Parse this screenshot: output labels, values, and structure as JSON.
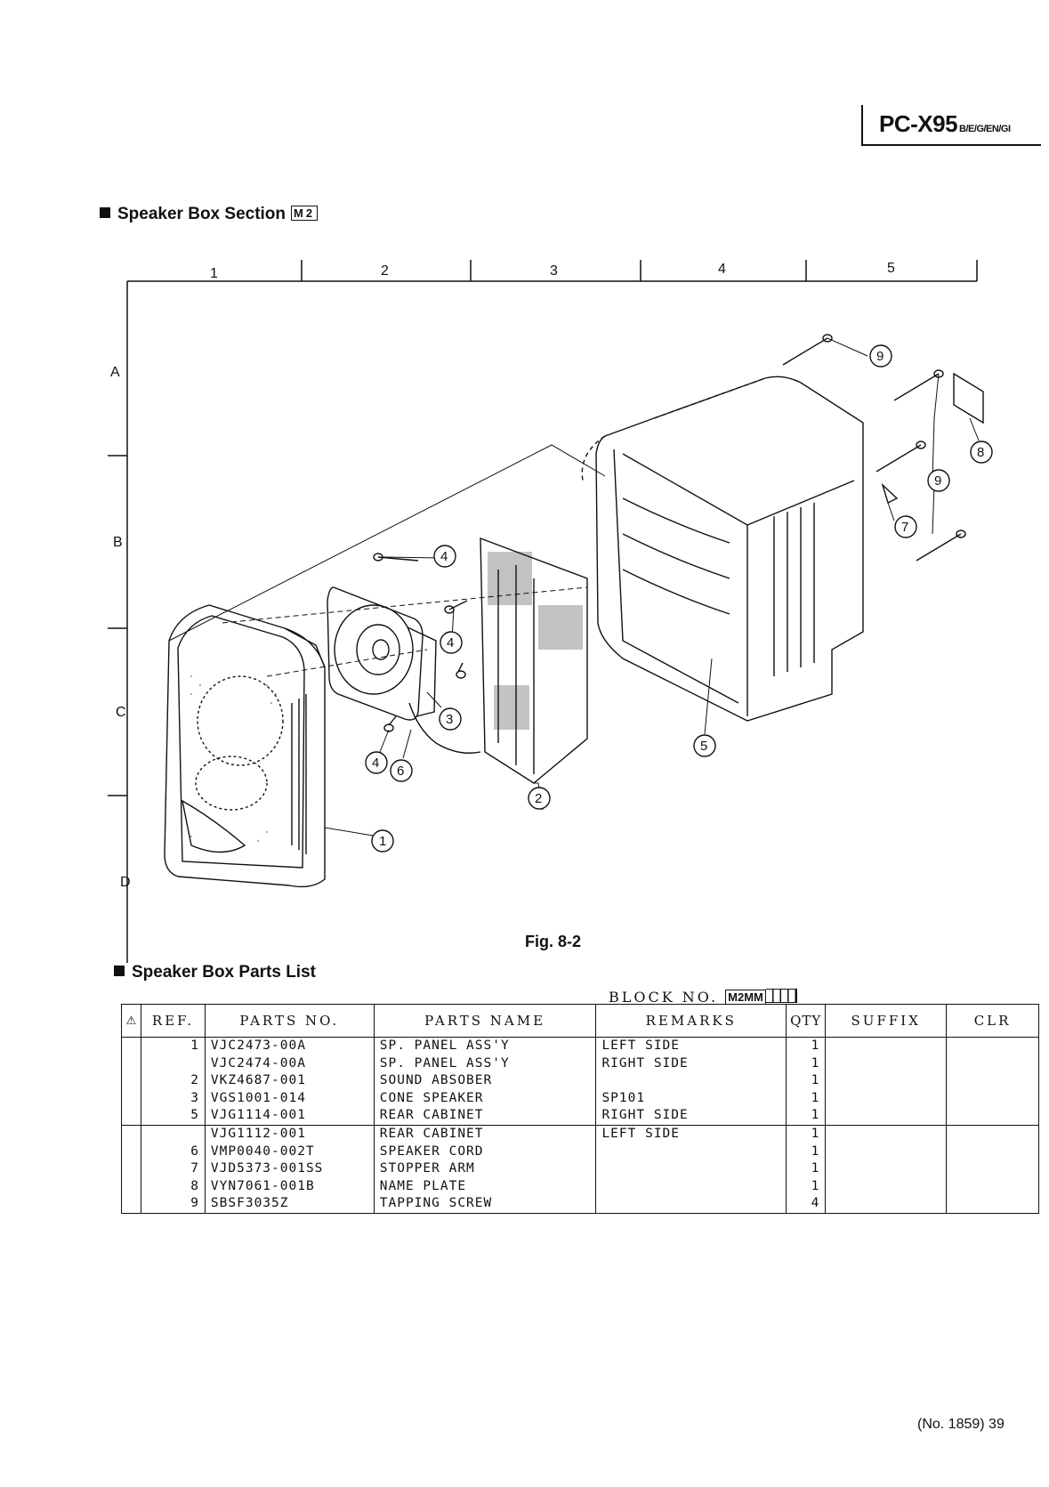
{
  "header": {
    "model": "PC-X95",
    "model_suffix": "B/E/G/EN/GI"
  },
  "section": {
    "title": "Speaker Box Section",
    "block_code": "M2"
  },
  "grid": {
    "columns": [
      "1",
      "2",
      "3",
      "4",
      "5"
    ],
    "rows": [
      "A",
      "B",
      "C",
      "D"
    ]
  },
  "callouts": [
    "9",
    "9",
    "8",
    "7",
    "4",
    "4",
    "3",
    "4",
    "6",
    "2",
    "5",
    "1"
  ],
  "figure": {
    "caption": "Fig. 8-2"
  },
  "parts_list": {
    "title": "Speaker Box Parts List",
    "block_no_label": "BLOCK NO.",
    "block_no_code": "M2MM",
    "headers": {
      "warn": "⚠",
      "ref": "REF.",
      "part_no": "PARTS NO.",
      "part_name": "PARTS NAME",
      "remarks": "REMARKS",
      "qty": "QTY",
      "suffix": "SUFFIX",
      "clr": "CLR"
    },
    "rows": [
      {
        "ref": "1",
        "part_no": "VJC2473-00A",
        "part_name": "SP. PANEL ASS'Y",
        "remarks": "LEFT SIDE",
        "qty": "1"
      },
      {
        "ref": "",
        "part_no": "VJC2474-00A",
        "part_name": "SP. PANEL ASS'Y",
        "remarks": "RIGHT SIDE",
        "qty": "1"
      },
      {
        "ref": "2",
        "part_no": "VKZ4687-001",
        "part_name": "SOUND ABSOBER",
        "remarks": "",
        "qty": "1"
      },
      {
        "ref": "3",
        "part_no": "VGS1001-014",
        "part_name": "CONE SPEAKER",
        "remarks": "SP101",
        "qty": "1"
      },
      {
        "ref": "5",
        "part_no": "VJG1114-001",
        "part_name": "REAR CABINET",
        "remarks": "RIGHT SIDE",
        "qty": "1"
      },
      {
        "ref": "",
        "part_no": "VJG1112-001",
        "part_name": "REAR CABINET",
        "remarks": "LEFT SIDE",
        "qty": "1"
      },
      {
        "ref": "6",
        "part_no": "VMP0040-002T",
        "part_name": "SPEAKER CORD",
        "remarks": "",
        "qty": "1"
      },
      {
        "ref": "7",
        "part_no": "VJD5373-001SS",
        "part_name": "STOPPER ARM",
        "remarks": "",
        "qty": "1"
      },
      {
        "ref": "8",
        "part_no": "VYN7061-001B",
        "part_name": "NAME PLATE",
        "remarks": "",
        "qty": "1"
      },
      {
        "ref": "9",
        "part_no": "SBSF3035Z",
        "part_name": "TAPPING SCREW",
        "remarks": "",
        "qty": "4"
      }
    ]
  },
  "footer": {
    "page_no": "(No. 1859) 39"
  }
}
